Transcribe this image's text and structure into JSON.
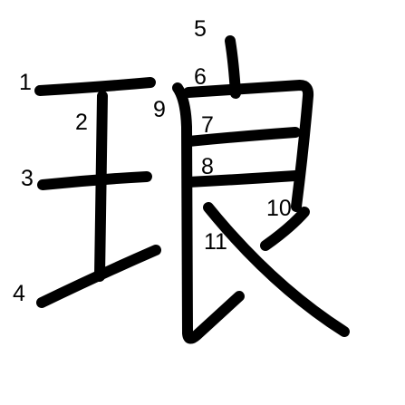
{
  "diagram": {
    "colors": {
      "background": "#ffffff",
      "stroke": "#000000",
      "numbers": "#000000"
    },
    "strokes": [
      {
        "id": 1,
        "label": "1"
      },
      {
        "id": 2,
        "label": "2"
      },
      {
        "id": 3,
        "label": "3"
      },
      {
        "id": 4,
        "label": "4"
      },
      {
        "id": 5,
        "label": "5"
      },
      {
        "id": 6,
        "label": "6"
      },
      {
        "id": 7,
        "label": "7"
      },
      {
        "id": 8,
        "label": "8"
      },
      {
        "id": 9,
        "label": "9"
      },
      {
        "id": 10,
        "label": "10"
      },
      {
        "id": 11,
        "label": "11"
      }
    ]
  }
}
